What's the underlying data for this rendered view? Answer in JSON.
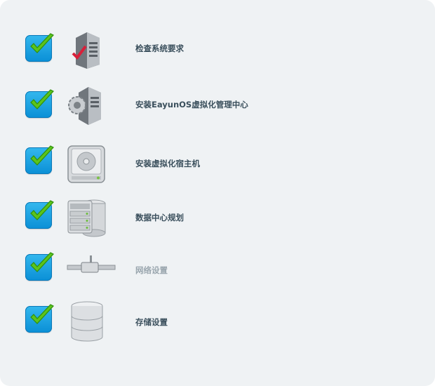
{
  "steps": [
    {
      "label": "检查系统要求",
      "icon": "server-check-icon",
      "status": "complete"
    },
    {
      "label": "安装EayunOS虚拟化管理中心",
      "icon": "server-gear-icon",
      "status": "complete"
    },
    {
      "label": "安装虚拟化宿主机",
      "icon": "hard-drive-icon",
      "status": "complete"
    },
    {
      "label": "数据中心规划",
      "icon": "datacenter-icon",
      "status": "complete"
    },
    {
      "label": "网络设置",
      "icon": "network-pipe-icon",
      "status": "current"
    },
    {
      "label": "存储设置",
      "icon": "storage-database-icon",
      "status": "complete"
    }
  ],
  "colors": {
    "accent": "#0a8fd6",
    "check": "#5cc41c",
    "label": "#3a4f5c",
    "label_dim": "#9aa6ae"
  }
}
